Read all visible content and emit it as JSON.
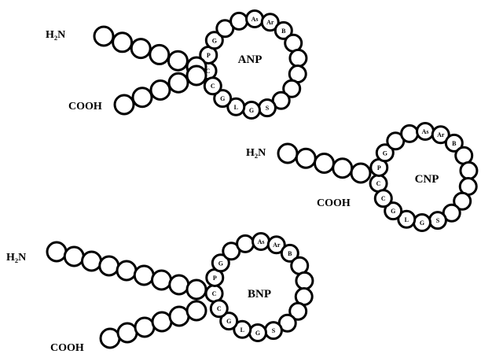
{
  "peptides": [
    {
      "name": "ANP",
      "n_terminus": "H₂N",
      "c_terminus": "COOH",
      "ring_labels": [
        {
          "pos": 0,
          "text": "C"
        },
        {
          "pos": 1,
          "text": "P"
        },
        {
          "pos": 2,
          "text": "G"
        },
        {
          "pos": 5,
          "text": "As"
        },
        {
          "pos": 6,
          "text": "Ar"
        },
        {
          "pos": 7,
          "text": "B"
        },
        {
          "pos": 13,
          "text": "S"
        },
        {
          "pos": 14,
          "text": "G"
        },
        {
          "pos": 15,
          "text": "L"
        },
        {
          "pos": 16,
          "text": "G"
        },
        {
          "pos": 17,
          "text": "C"
        }
      ]
    },
    {
      "name": "CNP",
      "n_terminus": "H₂N",
      "c_terminus": "COOH",
      "ring_labels": [
        {
          "pos": 0,
          "text": "C"
        },
        {
          "pos": 1,
          "text": "P"
        },
        {
          "pos": 2,
          "text": "G"
        },
        {
          "pos": 5,
          "text": "As"
        },
        {
          "pos": 6,
          "text": "Ar"
        },
        {
          "pos": 7,
          "text": "B"
        },
        {
          "pos": 13,
          "text": "S"
        },
        {
          "pos": 14,
          "text": "G"
        },
        {
          "pos": 15,
          "text": "L"
        },
        {
          "pos": 16,
          "text": "G"
        },
        {
          "pos": 17,
          "text": "C"
        }
      ]
    },
    {
      "name": "BNP",
      "n_terminus": "H₂N",
      "c_terminus": "COOH",
      "ring_labels": [
        {
          "pos": 0,
          "text": "C"
        },
        {
          "pos": 1,
          "text": "P"
        },
        {
          "pos": 2,
          "text": "G"
        },
        {
          "pos": 5,
          "text": "As"
        },
        {
          "pos": 6,
          "text": "Ar"
        },
        {
          "pos": 7,
          "text": "B"
        },
        {
          "pos": 13,
          "text": "S"
        },
        {
          "pos": 14,
          "text": "G"
        },
        {
          "pos": 15,
          "text": "L"
        },
        {
          "pos": 16,
          "text": "G"
        },
        {
          "pos": 17,
          "text": "C"
        }
      ]
    }
  ]
}
